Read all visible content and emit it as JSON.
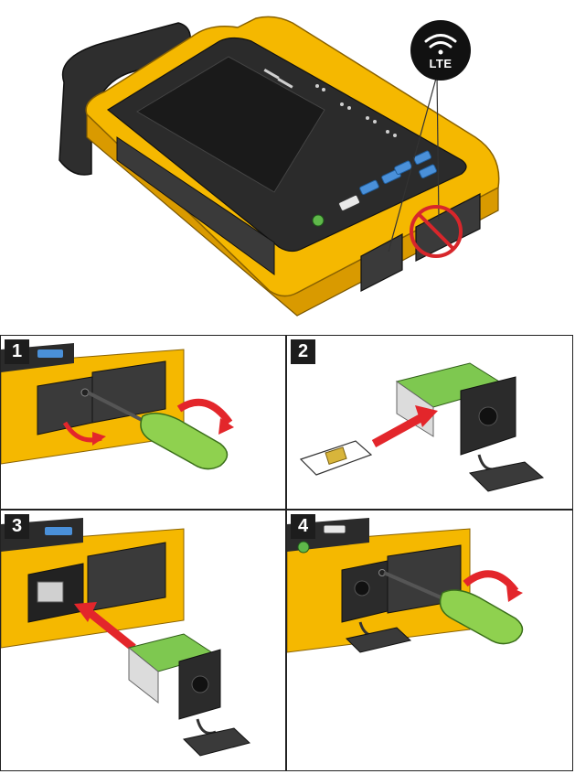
{
  "badge": {
    "label": "LTE"
  },
  "steps": [
    {
      "number": "1"
    },
    {
      "number": "2"
    },
    {
      "number": "3"
    },
    {
      "number": "4"
    }
  ],
  "colors": {
    "body_yellow": "#f5b800",
    "body_dark": "#2b2b2b",
    "screen": "#1a1a1a",
    "button_blue": "#4a90d9",
    "board_green": "#7ec850",
    "handle_green": "#8fd14f",
    "arrow_red": "#e3262b",
    "prohibit_red": "#d7262b"
  },
  "icons": [
    "wifi-icon",
    "prohibited-icon",
    "screwdriver-icon",
    "sim-card-icon",
    "lte-module-icon",
    "curved-arrow-icon",
    "straight-arrow-icon"
  ]
}
